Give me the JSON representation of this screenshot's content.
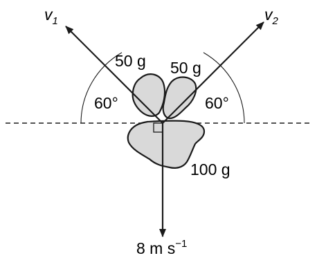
{
  "diagram": {
    "velocity_labels": {
      "v1_symbol": "v",
      "v1_subscript": "1",
      "v2_symbol": "v",
      "v2_subscript": "2"
    },
    "fragments": {
      "left_mass": "50 g",
      "right_mass": "50 g",
      "bottom_mass": "100 g"
    },
    "angles": {
      "left_angle": "60°",
      "right_angle": "60°"
    },
    "bottom_velocity": {
      "value": "8 m s",
      "exponent": "−1"
    },
    "colors": {
      "stroke": "#1a1a1a",
      "fragment_fill": "#d9d9d9",
      "background": "#ffffff"
    }
  }
}
